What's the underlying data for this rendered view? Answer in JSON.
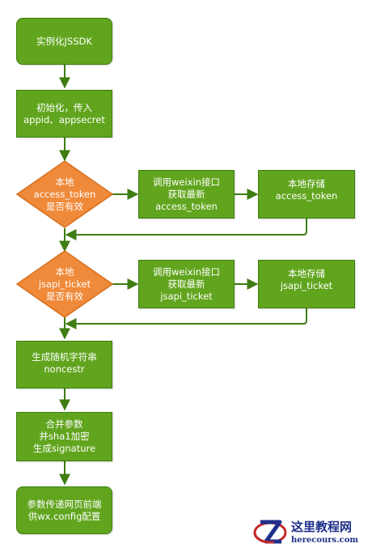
{
  "nodes": {
    "step1": [
      "实例化JSSDK"
    ],
    "step2": [
      "初始化，传入",
      "appid、appsecret"
    ],
    "decision1": [
      "本地",
      "access_token",
      "是否有效"
    ],
    "fetch_token": [
      "调用weixin接口",
      "获取最新",
      "access_token"
    ],
    "store_token": [
      "本地存储",
      "access_token"
    ],
    "decision2": [
      "本地",
      "jsapi_ticket",
      "是否有效"
    ],
    "fetch_ticket": [
      "调用weixin接口",
      "获取最新",
      "jsapi_ticket"
    ],
    "store_ticket": [
      "本地存储",
      "jsapi_ticket"
    ],
    "step_noncestr": [
      "生成随机字符串",
      "noncestr"
    ],
    "step_signature": [
      "合并参数",
      "并sha1加密",
      "生成signature"
    ],
    "step_final": [
      "参数传递网页前端",
      "供wx.config配置"
    ]
  },
  "watermark": {
    "title": "这里教程网",
    "url": "herecours.com"
  },
  "colors": {
    "process": "#61a51e",
    "process_border": "#3f7d13",
    "decision": "#ef8a3a",
    "decision_border": "#d56f1e",
    "edge": "#3f7d13"
  }
}
